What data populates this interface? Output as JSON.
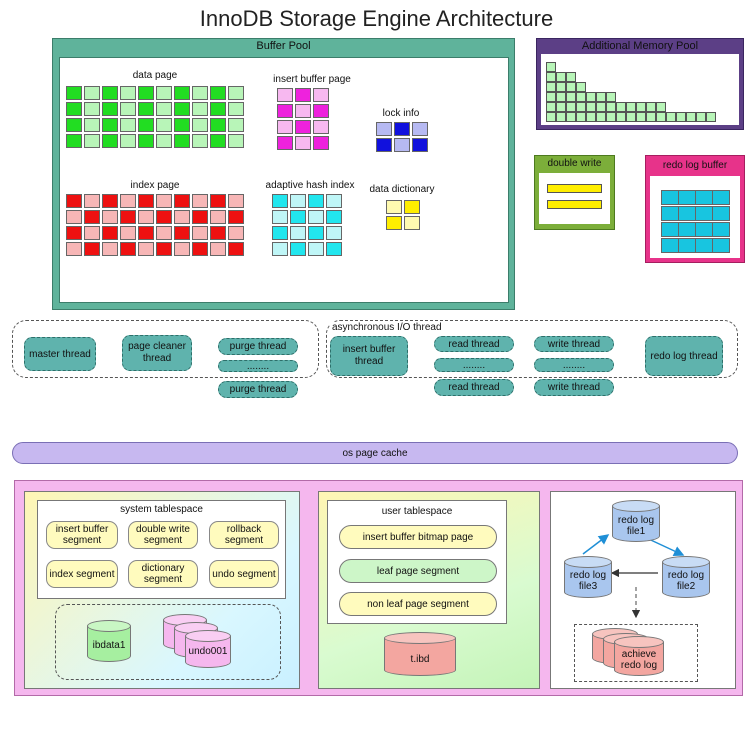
{
  "title": "InnoDB Storage Engine Architecture",
  "buffer_pool": {
    "title": "Buffer Pool",
    "data_page_label": "data page",
    "insert_buffer_page_label": "insert buffer page",
    "lock_info_label": "lock info",
    "index_page_label": "index page",
    "adaptive_hash_index_label": "adaptive hash index",
    "data_dictionary_label": "data dictionary"
  },
  "additional_memory_pool": {
    "title": "Additional Memory Pool"
  },
  "double_write": {
    "title": "double write"
  },
  "redo_log_buffer": {
    "title": "redo log buffer"
  },
  "threads": {
    "master": "master thread",
    "page_cleaner": "page cleaner thread",
    "purge_1": "purge thread",
    "purge_dots": "........",
    "purge_2": "purge thread",
    "async_io_label": "asynchronous I/O thread",
    "insert_buffer": "insert buffer thread",
    "read_1": "read thread",
    "read_dots": "........",
    "read_2": "read thread",
    "write_1": "write thread",
    "write_dots": "........",
    "write_2": "write thread",
    "redo_log": "redo log thread"
  },
  "os_page_cache": "os page cache",
  "system_tablespace": {
    "title": "system tablespace",
    "segments": [
      "insert buffer segment",
      "double write segment",
      "rollback segment",
      "index segment",
      "dictionary segment",
      "undo segment"
    ],
    "ibdata": "ibdata1",
    "undo": "undo001"
  },
  "user_tablespace": {
    "title": "user tablespace",
    "segments": [
      "insert buffer bitmap page",
      "leaf page segment",
      "non leaf page segment"
    ],
    "ibd": "t.ibd"
  },
  "redo_files": {
    "file1": "redo log file1",
    "file2": "redo log file2",
    "file3": "redo log file3",
    "archive": "achieve redo log"
  },
  "colors": {
    "green": "#22dd22",
    "light_green": "#b8f5b8",
    "red": "#ee1111",
    "light_red": "#f7b6b6",
    "magenta": "#ee22dd",
    "light_magenta": "#f7b8f0",
    "blue": "#1111dd",
    "light_blue": "#b6b9f2",
    "cyan": "#22e6ee",
    "light_cyan": "#bff6f7",
    "yellow": "#ffee00",
    "light_yellow": "#fffab0",
    "redo_cell": "#18c5e0"
  }
}
